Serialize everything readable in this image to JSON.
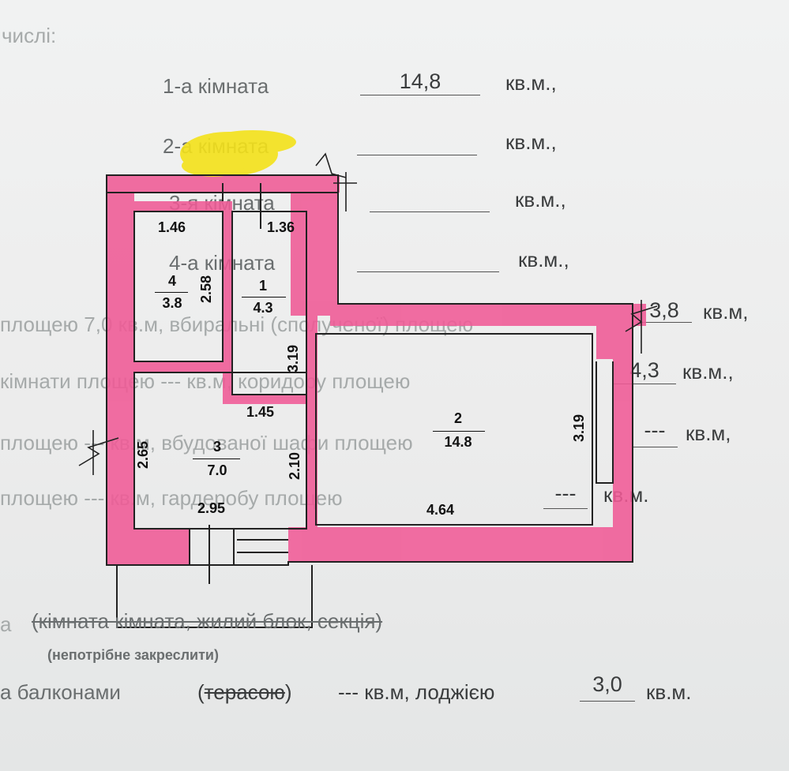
{
  "header_fragment": "числі:",
  "rooms_list": [
    {
      "label": "1-а  кімната",
      "value": "14,8",
      "unit": "кв.м.,"
    },
    {
      "label": "2-а  кімната",
      "value": "",
      "unit": "кв.м.,"
    },
    {
      "label": "3-я  кімната",
      "value": "",
      "unit": "кв.м.,"
    },
    {
      "label": "4-а  кімната",
      "value": "",
      "unit": "кв.м.,"
    }
  ],
  "area_lines": [
    {
      "text": "площею 7,0 кв.м,  вбиральні (сполученої) площею",
      "value": "3,8",
      "unit": "кв.м,"
    },
    {
      "text": "кімнати площею  ---  кв.м, коридору площею",
      "value": "4,3",
      "unit": "кв.м.,"
    },
    {
      "text": "площею  ---  кв.м,  вбудованої шафи площею",
      "value": "---",
      "unit": "кв.м,"
    },
    {
      "text": "площею  ---  кв.м,  гардеробу площею",
      "value": "---",
      "unit": "кв.м."
    }
  ],
  "type_line": {
    "prefix": "а",
    "text": "(кімната кімната,   жилий   блок,  секція)"
  },
  "note": "(непотрібне закреслити)",
  "balcony_line": {
    "prefix": "а балконами",
    "struck": "терасою",
    "text1": "---  кв.м, лоджією",
    "value": "3,0",
    "unit": "кв.м."
  },
  "plan": {
    "rooms": [
      {
        "num": "1",
        "area": "4.3"
      },
      {
        "num": "2",
        "area": "14.8"
      },
      {
        "num": "3",
        "area": "7.0"
      },
      {
        "num": "4",
        "area": "3.8"
      }
    ],
    "dims": {
      "r4_w": "1.46",
      "r4_h": "2.58",
      "r1_w": "1.36",
      "r1_h": "3.19",
      "r1_b": "1.45",
      "r3_h1": "2.65",
      "r3_h2": "2.10",
      "r3_w": "2.95",
      "r2_w": "4.64",
      "r2_h": "3.19"
    },
    "colors": {
      "wall": "#f05a96",
      "line": "#222222",
      "highlight": "#f4e21a"
    }
  }
}
